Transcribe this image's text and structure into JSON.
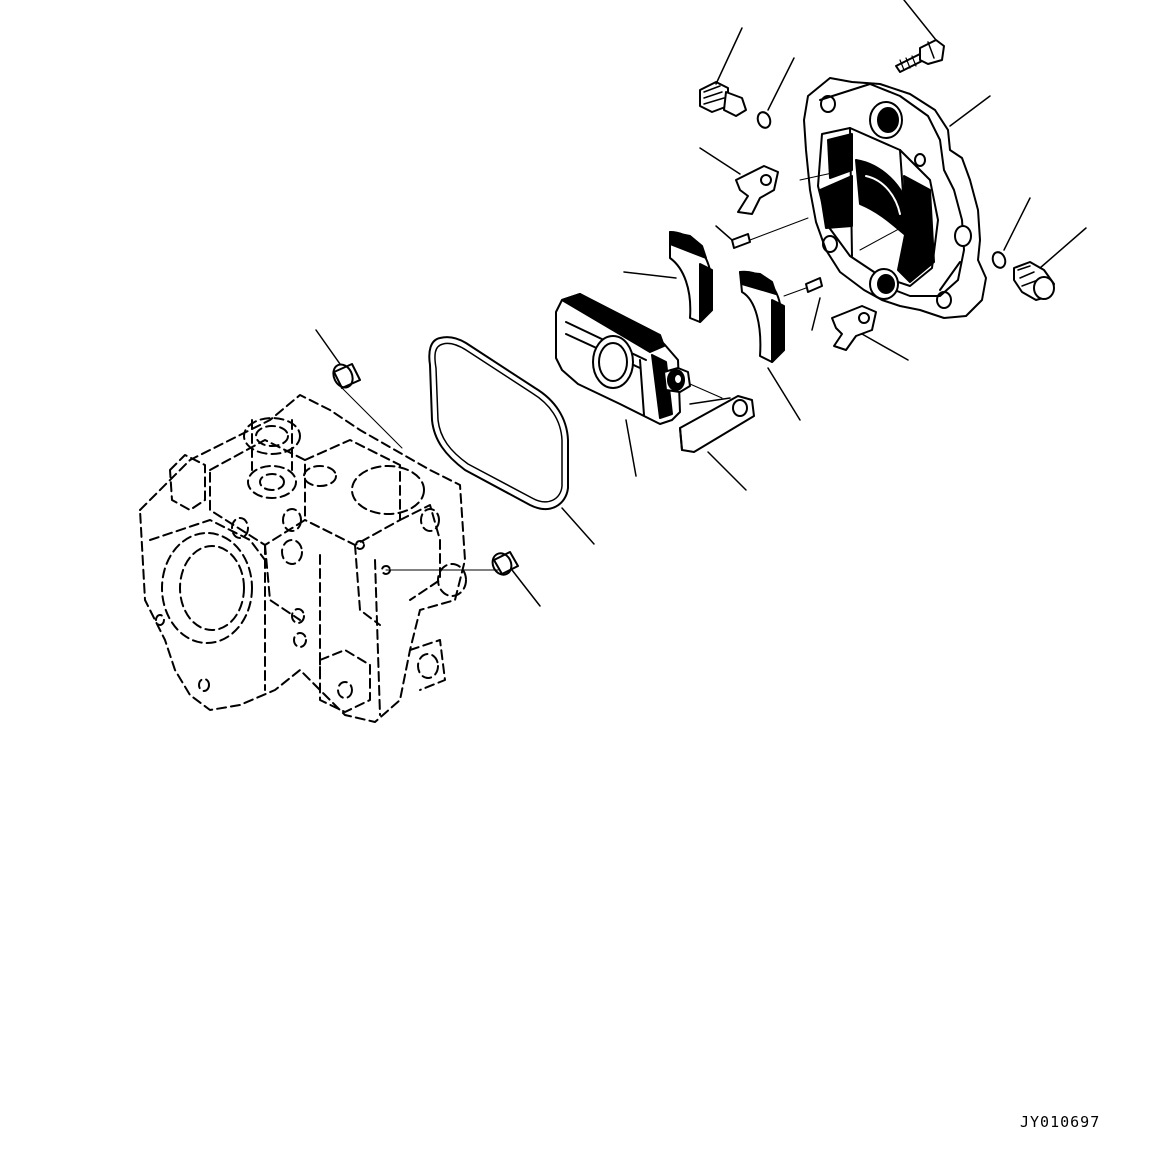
{
  "drawing": {
    "code": "JY010697",
    "colors": {
      "line": "#000000",
      "fill_dark": "#000000",
      "fill_light": "#ffffff"
    }
  },
  "parts": [
    "pump-body",
    "dowel-pin-top",
    "dowel-pin-bottom",
    "o-ring-large",
    "swash-plate-rocker-cam",
    "guide-plate",
    "cradle-bushing-left",
    "cradle-bushing-right",
    "small-pin-left",
    "small-pin-right",
    "retainer-clip-top",
    "retainer-clip-bottom",
    "cradle-case-housing",
    "plug-top",
    "plug-right",
    "o-ring-small-top",
    "o-ring-small-right",
    "mounting-bolt"
  ]
}
